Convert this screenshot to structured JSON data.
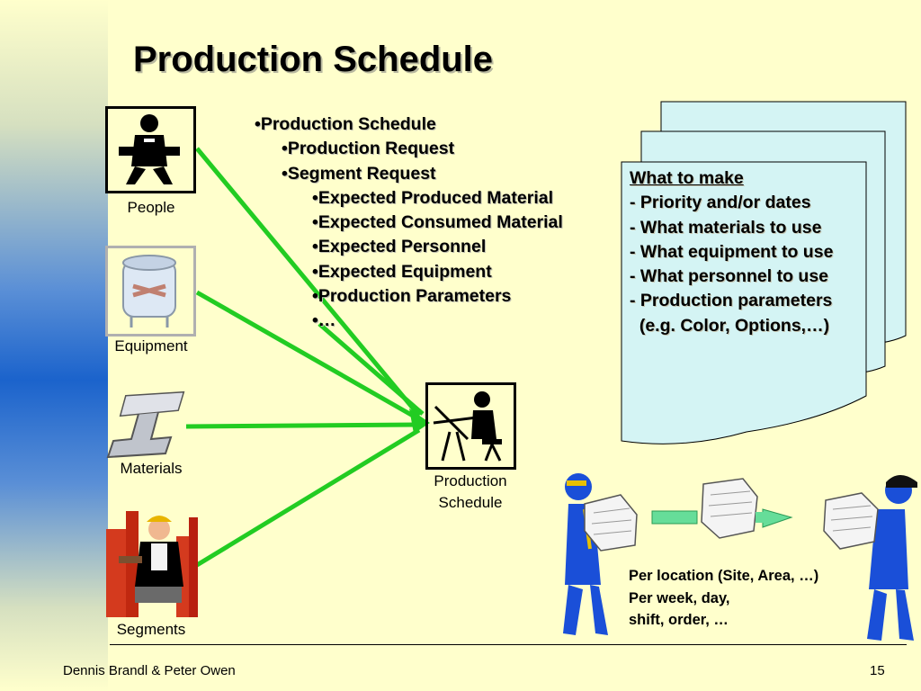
{
  "title": "Production Schedule",
  "resources": {
    "people": "People",
    "equipment": "Equipment",
    "materials": "Materials",
    "segments": "Segments"
  },
  "target_label_line1": "Production",
  "target_label_line2": "Schedule",
  "bullets": [
    {
      "level": 0,
      "text": "Production Schedule"
    },
    {
      "level": 1,
      "text": "Production Request"
    },
    {
      "level": 1,
      "text": "Segment Request"
    },
    {
      "level": 2,
      "text": "Expected Produced Material"
    },
    {
      "level": 2,
      "text": "Expected Consumed Material"
    },
    {
      "level": 2,
      "text": "Expected Personnel"
    },
    {
      "level": 2,
      "text": "Expected Equipment"
    },
    {
      "level": 2,
      "text": "Production Parameters"
    },
    {
      "level": 2,
      "text": "…"
    }
  ],
  "document": {
    "heading": "What to make",
    "lines": [
      "- Priority and/or dates",
      "- What materials to use",
      "- What equipment to use",
      "- What personnel to use",
      "- Production parameters",
      "  (e.g. Color, Options,…)"
    ]
  },
  "per_location": {
    "line1": "Per location (Site, Area, …)",
    "line2": "Per week, day,",
    "line3": "shift, order, …"
  },
  "footer": {
    "authors": "Dennis Brandl & Peter Owen",
    "page": "15"
  },
  "colors": {
    "arrow": "#22cc22",
    "document_fill": "#d4f4f4",
    "worker_blue": "#1a4fd8",
    "background": "#ffffcc",
    "side_bar": "#1b63cc"
  }
}
